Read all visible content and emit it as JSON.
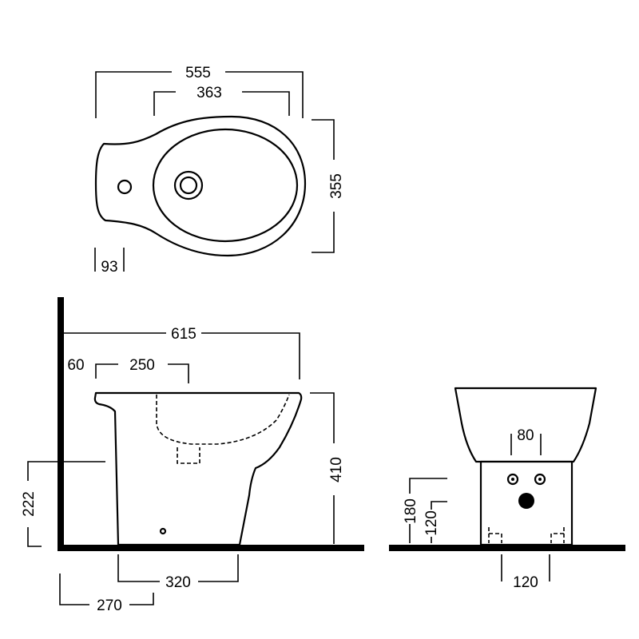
{
  "top_view": {
    "overall_length": "555",
    "bowl_length": "363",
    "overall_width": "355",
    "tap_hole_offset": "93"
  },
  "side_view": {
    "overall_length": "615",
    "wall_gap": "60",
    "bowl_offset": "250",
    "overall_height": "410",
    "inlet_height": "222",
    "base_width": "320",
    "base_from_wall": "270"
  },
  "front_view": {
    "fixing_spacing": "80",
    "outlet_height_high": "180",
    "outlet_height_low": "120",
    "foot_spacing": "120"
  }
}
